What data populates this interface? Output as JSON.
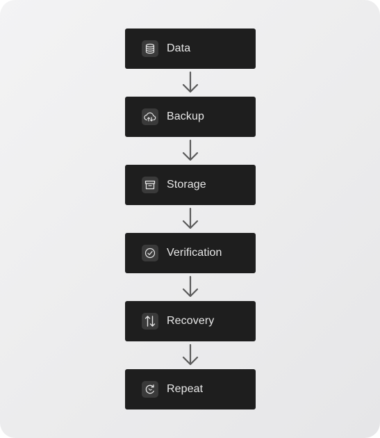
{
  "flow": {
    "steps": [
      {
        "label": "Data",
        "icon": "database-icon"
      },
      {
        "label": "Backup",
        "icon": "cloud-sync-icon"
      },
      {
        "label": "Storage",
        "icon": "archive-box-icon"
      },
      {
        "label": "Verification",
        "icon": "check-circle-icon"
      },
      {
        "label": "Recovery",
        "icon": "up-down-arrows-icon"
      },
      {
        "label": "Repeat",
        "icon": "refresh-icon"
      }
    ],
    "connector": "arrow-down-icon"
  },
  "colors": {
    "background": "#ececed",
    "node_fill": "#1e1e1e",
    "icon_tile": "#3a3a3a",
    "label_text": "#e8e8e8",
    "arrow": "#5a5a5a"
  }
}
